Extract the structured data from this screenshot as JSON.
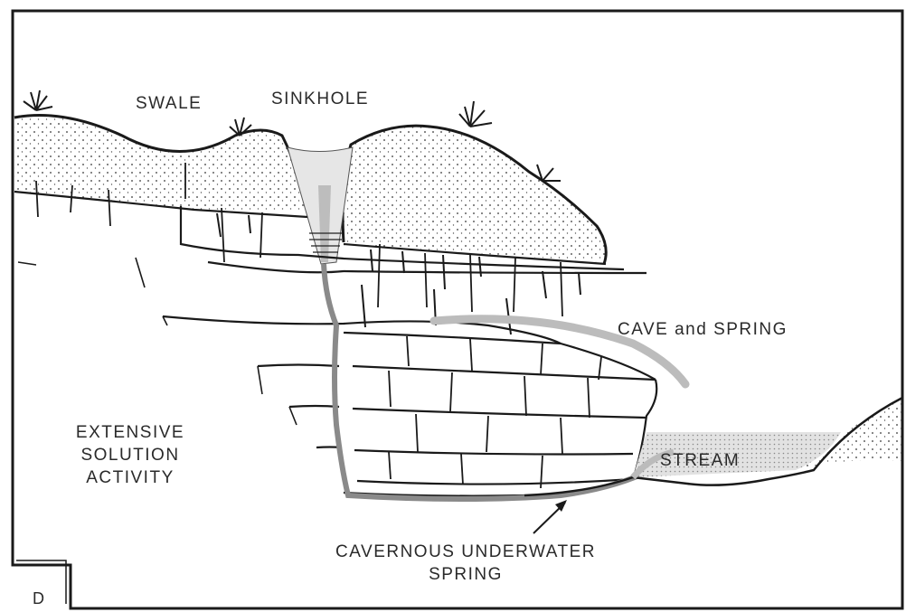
{
  "figure": {
    "panel_letter": "D",
    "labels": {
      "swale": "SWALE",
      "sinkhole": "SINKHOLE",
      "cave_spring": "CAVE and SPRING",
      "solution_line1": "EXTENSIVE",
      "solution_line2": "SOLUTION",
      "solution_line3": "ACTIVITY",
      "stream": "STREAM",
      "underwater_line1": "CAVERNOUS UNDERWATER",
      "underwater_line2": "SPRING"
    }
  },
  "colors": {
    "ink": "#1a1a1a",
    "water_fill": "#c9c9c9",
    "stream_fill": "#dedede"
  }
}
